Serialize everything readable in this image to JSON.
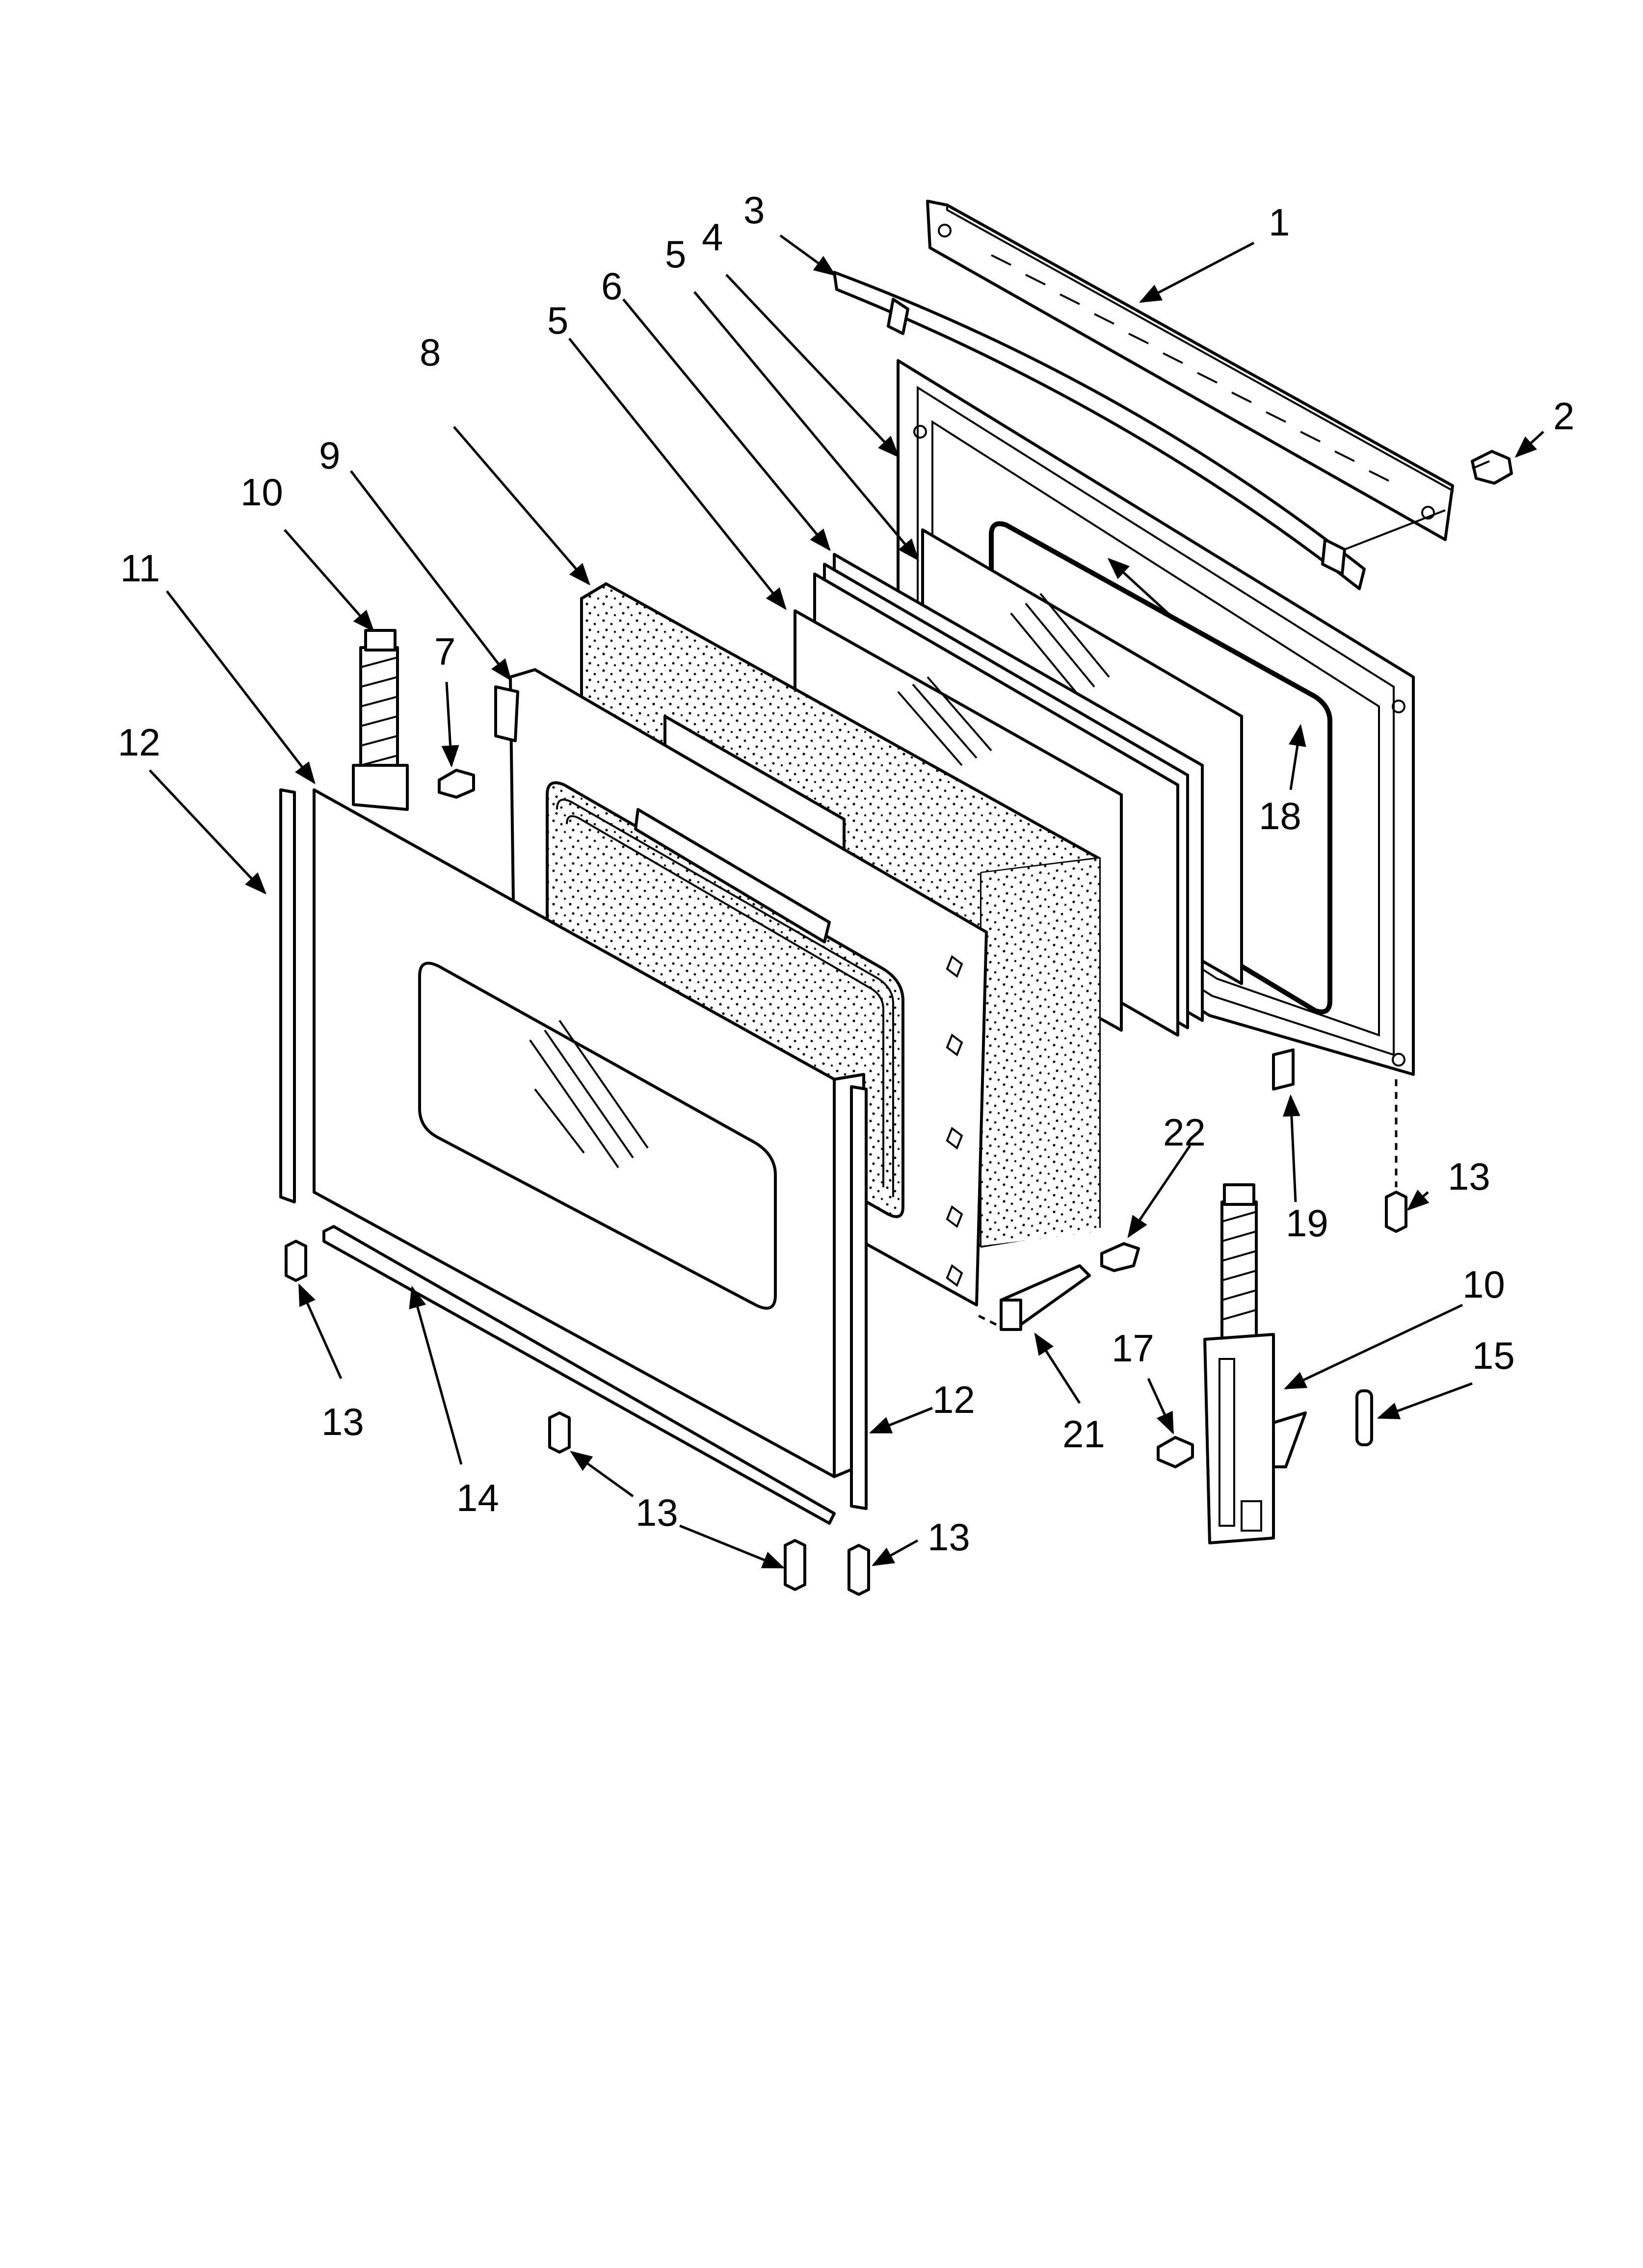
{
  "callouts": {
    "c1": "1",
    "c2": "2",
    "c3": "3",
    "c4": "4",
    "c5a": "5",
    "c5b": "5",
    "c6": "6",
    "c7": "7",
    "c8": "8",
    "c9": "9",
    "c10a": "10",
    "c10b": "10",
    "c11": "11",
    "c12a": "12",
    "c12b": "12",
    "c13a": "13",
    "c13b": "13",
    "c13c": "13",
    "c13d": "13",
    "c14": "14",
    "c15": "15",
    "c17": "17",
    "c18": "18",
    "c19": "19",
    "c21": "21",
    "c22": "22"
  }
}
